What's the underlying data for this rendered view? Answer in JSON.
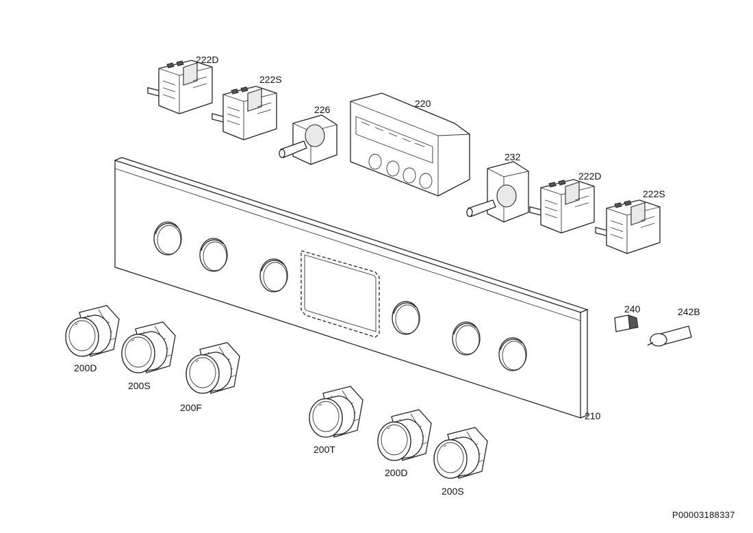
{
  "parts": [
    {
      "id": "222d_top",
      "label": "222D"
    },
    {
      "id": "222s_top",
      "label": "222S"
    },
    {
      "id": "226",
      "label": "226"
    },
    {
      "id": "220",
      "label": "220"
    },
    {
      "id": "232",
      "label": "232"
    },
    {
      "id": "222d_right",
      "label": "222D"
    },
    {
      "id": "222s_right",
      "label": "222S"
    },
    {
      "id": "240",
      "label": "240"
    },
    {
      "id": "242b",
      "label": "242B"
    },
    {
      "id": "210",
      "label": "210"
    },
    {
      "id": "200d_left",
      "label": "200D"
    },
    {
      "id": "200s_left",
      "label": "200S"
    },
    {
      "id": "200f",
      "label": "200F"
    },
    {
      "id": "200t",
      "label": "200T"
    },
    {
      "id": "200d_bottom",
      "label": "200D"
    },
    {
      "id": "200s_bottom",
      "label": "200S"
    }
  ],
  "document_id": "P00003188337"
}
